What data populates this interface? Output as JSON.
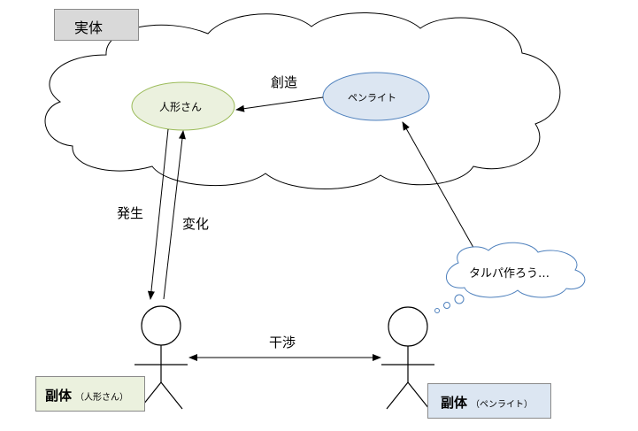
{
  "title_box": {
    "label": "実体",
    "fill": "#d9d9d9"
  },
  "nodes": {
    "doll": {
      "label": "人形さん",
      "fill": "#ebf1de",
      "stroke": "#9bbb59"
    },
    "penlight": {
      "label": "ペンライト",
      "fill": "#dce6f2",
      "stroke": "#4f81bd"
    }
  },
  "edges": {
    "create": "創造",
    "occur": "発生",
    "change": "変化",
    "interfere": "干渉"
  },
  "thought_bubble": {
    "text": "タルパ作ろう…",
    "fill": "#ffffff",
    "stroke": "#4f81bd"
  },
  "avatars": {
    "doll": {
      "main": "副体",
      "sub": "（人形さん）",
      "fill": "#ebf1de"
    },
    "penlight": {
      "main": "副体",
      "sub": "（ペンライト）",
      "fill": "#dce6f2"
    }
  }
}
